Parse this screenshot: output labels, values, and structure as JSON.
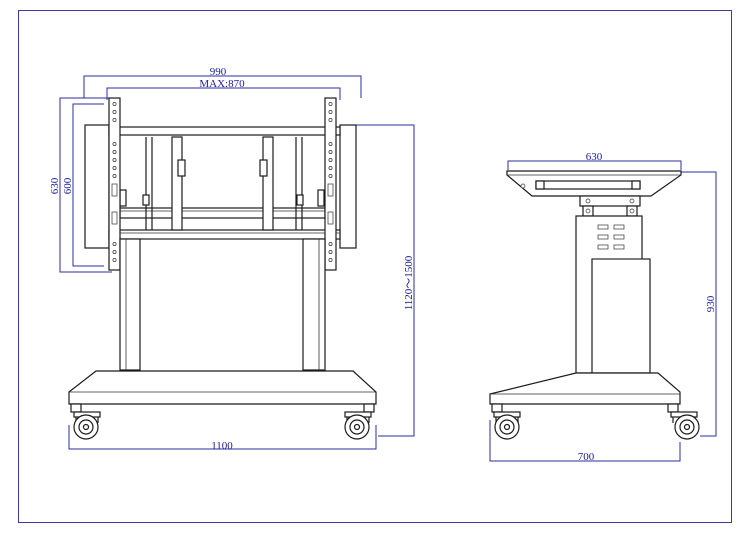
{
  "front_view": {
    "width_frame": "990",
    "width_max": "MAX:870",
    "height_outer": "630",
    "height_inner": "600",
    "height_range": "1120～1500",
    "base_width": "1100"
  },
  "side_view": {
    "depth_top": "630",
    "height": "930",
    "base_depth": "700"
  },
  "colors": {
    "dimension": "#2e2e9e",
    "line": "#1b1b1b",
    "frame": "#3a3aa0"
  }
}
